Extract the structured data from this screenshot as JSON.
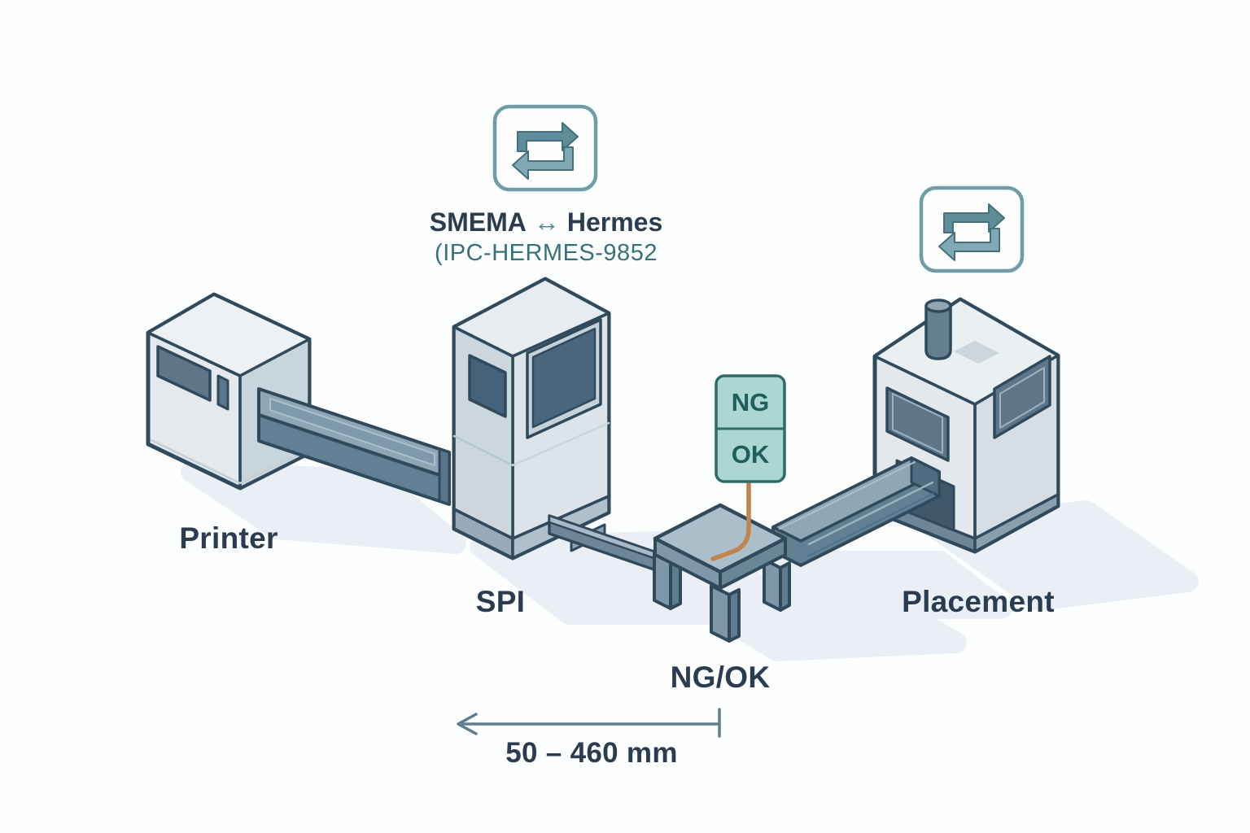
{
  "diagram": {
    "protocol": {
      "line1_left": "SMEMA",
      "line1_arrow": "↔",
      "line1_right": "Hermes",
      "line2": "(IPC-HERMES-9852"
    },
    "labels": {
      "printer": "Printer",
      "spi": "SPI",
      "ngok": "NG/OK",
      "placement": "Placement"
    },
    "badge": {
      "top": "NG",
      "bottom": "OK"
    },
    "dimension": {
      "label": "50 – 460 mm"
    },
    "icons": {
      "sync_primary": "swap-arrows",
      "sync_secondary": "swap-arrows"
    },
    "colors": {
      "ink": "#304A5C",
      "label_text": "#2B3C50",
      "teal_text": "#36717B",
      "badge_fill": "#ABD6D1",
      "badge_border": "#2E6B66",
      "badge_text": "#1E5F5B",
      "wire": "#C0854F",
      "icon_border": "#6E9DA7",
      "dimension_line": "#5E7E8E",
      "shadow": "#E9EFF4"
    }
  }
}
